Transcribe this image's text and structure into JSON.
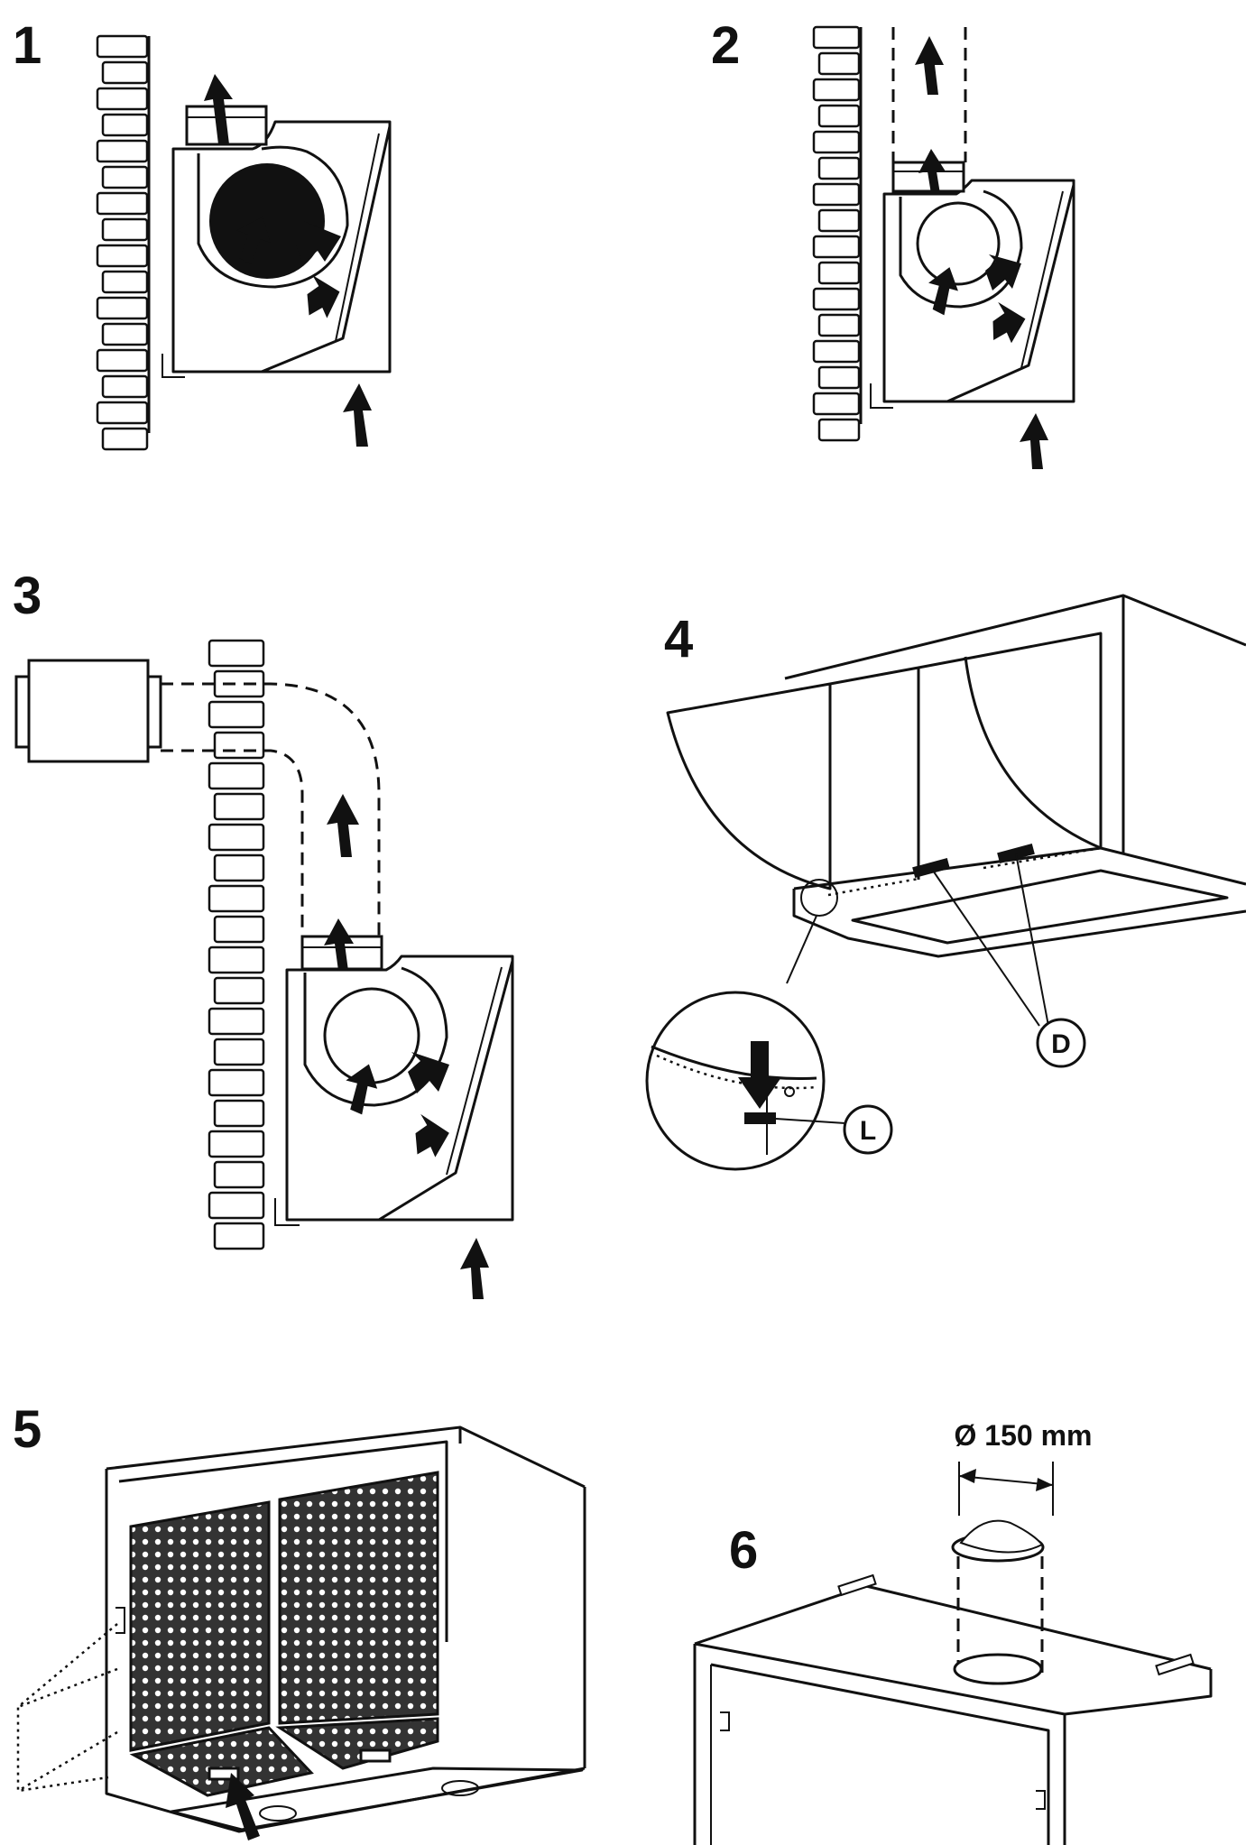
{
  "steps": [
    {
      "number": "1"
    },
    {
      "number": "2"
    },
    {
      "number": "3"
    },
    {
      "number": "4",
      "callouts": {
        "screws": "D",
        "latch": "L"
      }
    },
    {
      "number": "5"
    },
    {
      "number": "6",
      "dimension": "Ø 150 mm"
    }
  ],
  "icons": {
    "airflow": "airflow-arrow-icon",
    "wall": "brick-wall-icon",
    "fan": "fan-motor-icon"
  }
}
